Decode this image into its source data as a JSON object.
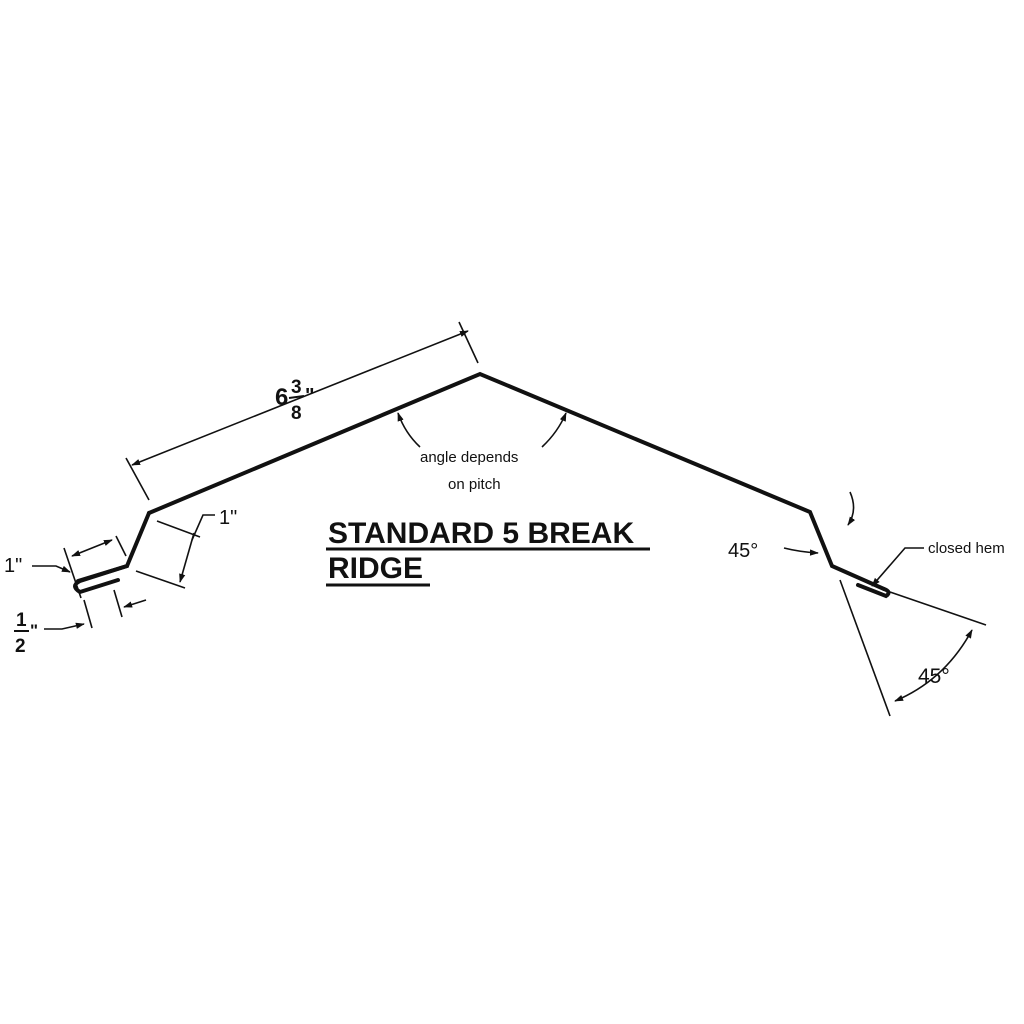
{
  "title": {
    "line1": "STANDARD 5 BREAK",
    "line2": "RIDGE"
  },
  "dimensions": {
    "top_length_whole": "6",
    "top_length_num": "3",
    "top_length_den": "8",
    "top_length_unit": "\"",
    "bend_leg": "1\"",
    "hem_length": "1\"",
    "hem_num": "1",
    "hem_den": "2",
    "hem_unit": "\"",
    "right_bend_angle": "45°",
    "right_hem_angle": "45°"
  },
  "notes": {
    "angle_line1": "angle depends",
    "angle_line2": "on pitch",
    "closed_hem": "closed hem"
  },
  "colors": {
    "line": "#111111",
    "background": "#ffffff"
  }
}
